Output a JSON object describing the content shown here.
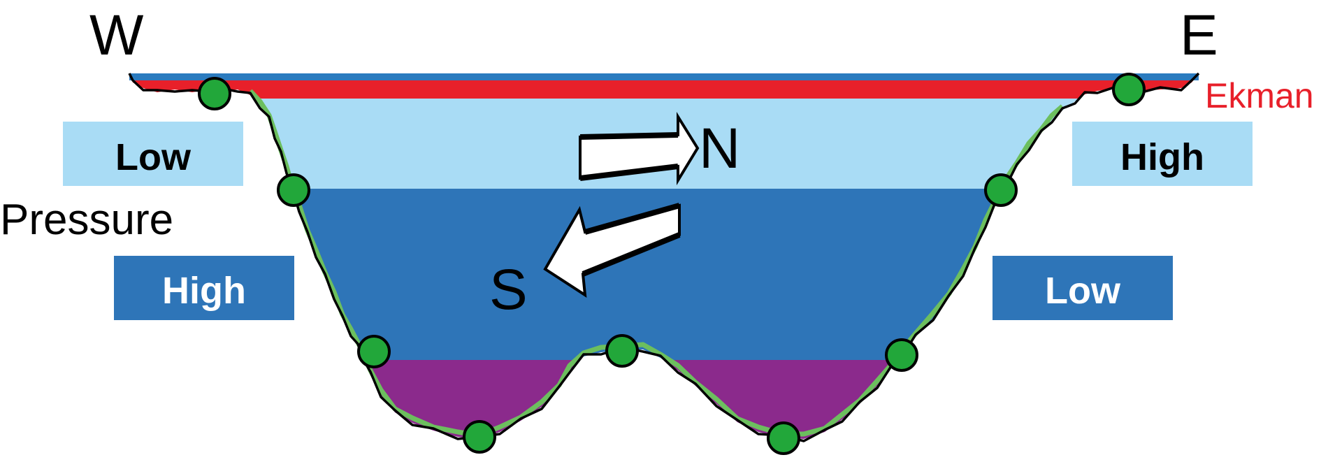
{
  "compass": {
    "west": "W",
    "east": "E"
  },
  "ekman": {
    "label": "Ekman",
    "color": "#e8202a"
  },
  "pressure": {
    "label": "Pressure",
    "west_upper": "Low",
    "west_lower": "High",
    "east_upper": "High",
    "east_lower": "Low"
  },
  "flow": {
    "north": "N",
    "south": "S"
  },
  "colors": {
    "surface_line": "#2b7bbf",
    "upper_layer": "#a9dcf5",
    "middle_layer": "#2e75b8",
    "bottom_layer": "#8b2a8c",
    "boundary_line": "#6cbf5e",
    "station_marker": "#22a73a",
    "upper_text": "#000000",
    "lower_text": "#ffffff"
  },
  "icons": {
    "north_arrow": "northward-flow-arrow-icon",
    "south_arrow": "southward-flow-arrow-icon",
    "marker": "mooring-station-marker"
  }
}
